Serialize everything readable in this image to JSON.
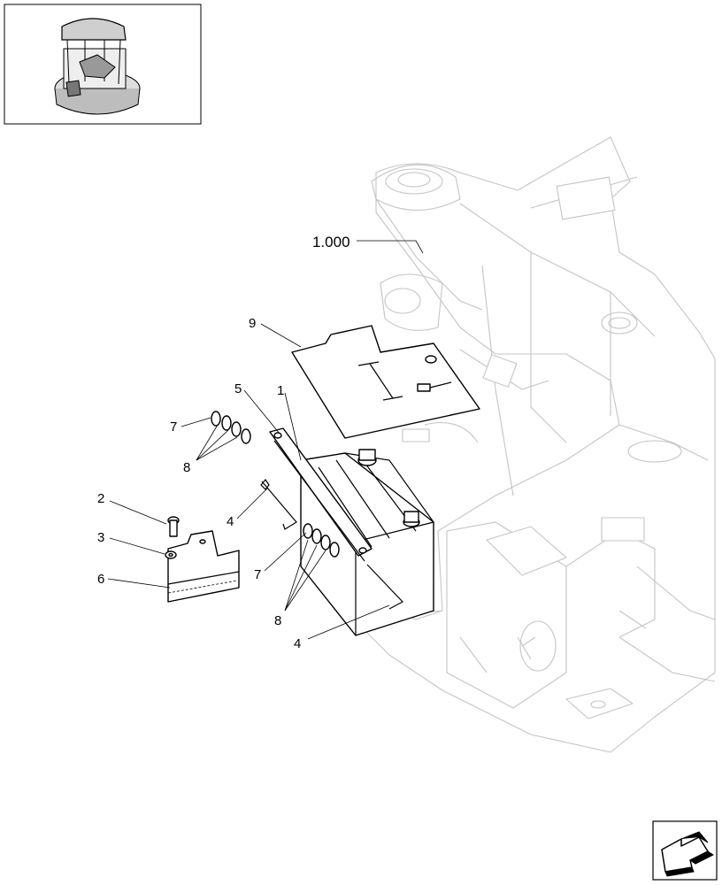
{
  "diagram": {
    "reference_label": "1.000",
    "callouts": [
      {
        "id": "c1",
        "text": "1"
      },
      {
        "id": "c2",
        "text": "2"
      },
      {
        "id": "c3",
        "text": "3"
      },
      {
        "id": "c4a",
        "text": "4"
      },
      {
        "id": "c4b",
        "text": "4"
      },
      {
        "id": "c5",
        "text": "5"
      },
      {
        "id": "c6",
        "text": "6"
      },
      {
        "id": "c7a",
        "text": "7"
      },
      {
        "id": "c7b",
        "text": "7"
      },
      {
        "id": "c8a",
        "text": "8"
      },
      {
        "id": "c8b",
        "text": "8"
      },
      {
        "id": "c9",
        "text": "9"
      }
    ]
  },
  "thumbnail": {
    "icon": "machine-overview-icon"
  },
  "navigation": {
    "icon": "next-page-arrow-icon"
  }
}
